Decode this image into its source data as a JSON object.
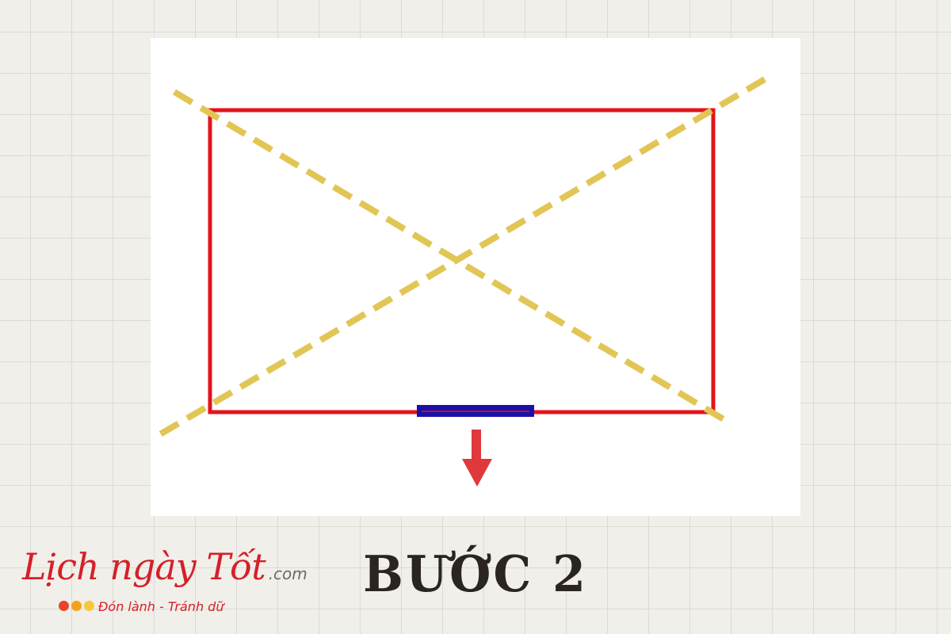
{
  "diagram": {
    "title": "BƯỚC 2",
    "colors": {
      "room_outline": "#e3131b",
      "diagonals": "#e2c655",
      "door": "#1a0fa8",
      "arrow": "#e0393c",
      "title": "#2a2521"
    },
    "elements": [
      "room-outline",
      "diagonal-line",
      "diagonal-line",
      "door",
      "entrance-arrow-icon"
    ]
  },
  "logo": {
    "brand": "Lịch ngày Tốt",
    "domain": ".com",
    "tagline": "Đón lành - Tránh dữ",
    "dot_colors": [
      "#e8452b",
      "#f3a21c",
      "#f6c93c"
    ]
  }
}
